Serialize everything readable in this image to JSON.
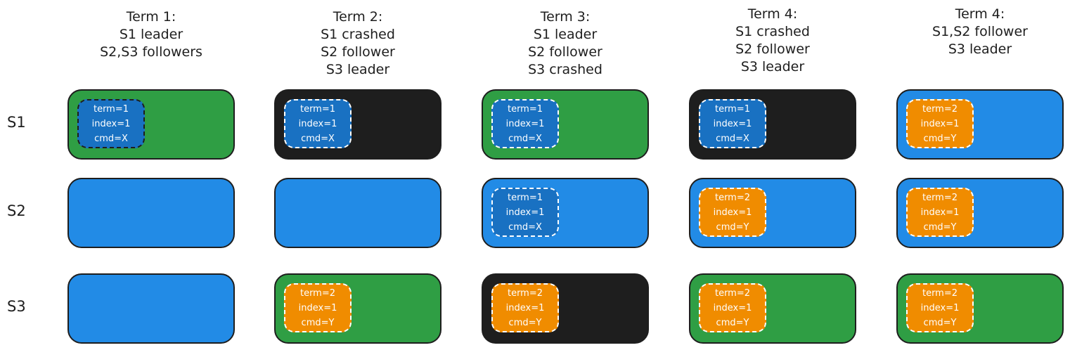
{
  "colors": {
    "leader": "#2f9e44",
    "follower": "#228be6",
    "crashed": "#1e1e1e",
    "entry_term1": "#1971c2",
    "entry_term2": "#f08c00"
  },
  "rows": [
    {
      "label": "S1"
    },
    {
      "label": "S2"
    },
    {
      "label": "S3"
    }
  ],
  "columns": [
    {
      "header": "Term 1:\nS1 leader\nS2,S3 followers",
      "cells": [
        {
          "state": "leader",
          "entry": {
            "term": "term=1",
            "index": "index=1",
            "cmd": "cmd=X",
            "color": "entry_term1",
            "border": "black"
          }
        },
        {
          "state": "follower",
          "entry": null
        },
        {
          "state": "follower",
          "entry": null
        }
      ]
    },
    {
      "header": "Term 2:\nS1 crashed\nS2 follower\nS3 leader",
      "cells": [
        {
          "state": "crashed",
          "entry": {
            "term": "term=1",
            "index": "index=1",
            "cmd": "cmd=X",
            "color": "entry_term1",
            "border": "white"
          }
        },
        {
          "state": "follower",
          "entry": null
        },
        {
          "state": "leader",
          "entry": {
            "term": "term=2",
            "index": "index=1",
            "cmd": "cmd=Y",
            "color": "entry_term2",
            "border": "white"
          }
        }
      ]
    },
    {
      "header": "Term 3:\nS1 leader\nS2 follower\nS3 crashed",
      "cells": [
        {
          "state": "leader",
          "entry": {
            "term": "term=1",
            "index": "index=1",
            "cmd": "cmd=X",
            "color": "entry_term1",
            "border": "white"
          }
        },
        {
          "state": "follower",
          "entry": {
            "term": "term=1",
            "index": "index=1",
            "cmd": "cmd=X",
            "color": "entry_term1",
            "border": "white"
          }
        },
        {
          "state": "crashed",
          "entry": {
            "term": "term=2",
            "index": "index=1",
            "cmd": "cmd=Y",
            "color": "entry_term2",
            "border": "white"
          }
        }
      ]
    },
    {
      "header": "Term 4:\nS1 crashed\nS2 follower\nS3 leader",
      "cells": [
        {
          "state": "crashed",
          "entry": {
            "term": "term=1",
            "index": "index=1",
            "cmd": "cmd=X",
            "color": "entry_term1",
            "border": "white"
          }
        },
        {
          "state": "follower",
          "entry": {
            "term": "term=2",
            "index": "index=1",
            "cmd": "cmd=Y",
            "color": "entry_term2",
            "border": "white"
          }
        },
        {
          "state": "leader",
          "entry": {
            "term": "term=2",
            "index": "index=1",
            "cmd": "cmd=Y",
            "color": "entry_term2",
            "border": "white"
          }
        }
      ]
    },
    {
      "header": "Term 4:\nS1,S2 follower\nS3 leader",
      "cells": [
        {
          "state": "follower",
          "entry": {
            "term": "term=2",
            "index": "index=1",
            "cmd": "cmd=Y",
            "color": "entry_term2",
            "border": "white"
          }
        },
        {
          "state": "follower",
          "entry": {
            "term": "term=2",
            "index": "index=1",
            "cmd": "cmd=Y",
            "color": "entry_term2",
            "border": "white"
          }
        },
        {
          "state": "leader",
          "entry": {
            "term": "term=2",
            "index": "index=1",
            "cmd": "cmd=Y",
            "color": "entry_term2",
            "border": "white"
          }
        }
      ]
    }
  ]
}
